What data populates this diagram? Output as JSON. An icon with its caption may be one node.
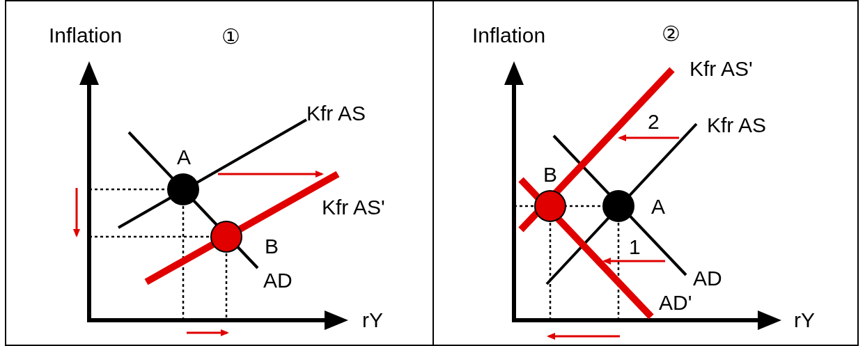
{
  "diagram": {
    "labels": [
      "Inflation",
      "①",
      "Kfr AS",
      "A",
      "Kfr AS'",
      "B",
      "AD",
      "rY",
      "Inflation",
      "②",
      "Kfr AS'",
      "2",
      "Kfr AS",
      "B",
      "A",
      "1",
      "AD",
      "AD'",
      "rY"
    ]
  }
}
